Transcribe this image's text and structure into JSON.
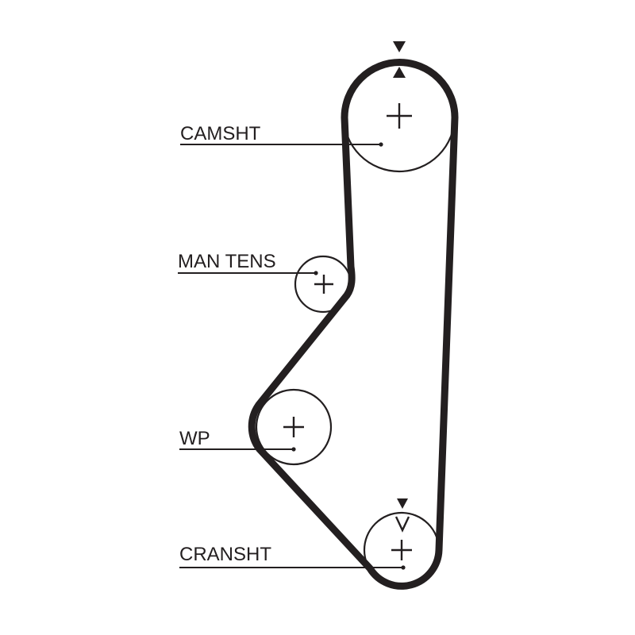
{
  "colors": {
    "ink": "#231f20",
    "background": "#ffffff"
  },
  "pulleys": [
    {
      "id": "camshaft",
      "label": "CAMSHT"
    },
    {
      "id": "manual-tensioner",
      "label": "MAN TENS"
    },
    {
      "id": "water-pump",
      "label": "WP"
    },
    {
      "id": "crankshaft",
      "label": "CRANSHT"
    }
  ]
}
